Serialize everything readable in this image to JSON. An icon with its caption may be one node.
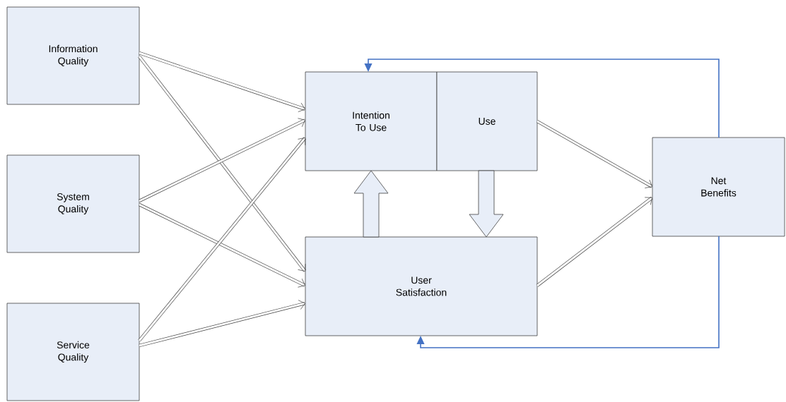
{
  "diagram": {
    "nodes": [
      {
        "text": [
          "Information Quality"
        ]
      },
      {
        "text": [
          "System Quality"
        ]
      },
      {
        "text": [
          "Service Quality"
        ]
      },
      {
        "text": [
          "Intention To Use"
        ]
      },
      {
        "text": [
          "Use"
        ]
      },
      {
        "text": [
          "User Satisfaction"
        ]
      },
      {
        "text": [
          "Net Benefits"
        ]
      }
    ],
    "edges": [
      {
        "from": 0,
        "to": 3,
        "arrow": "to"
      },
      {
        "from": 0,
        "to": 5,
        "arrow": "to"
      },
      {
        "from": 1,
        "to": 3,
        "arrow": "to"
      },
      {
        "from": 1,
        "to": 5,
        "arrow": "to"
      },
      {
        "from": 2,
        "to": 3,
        "arrow": "to"
      },
      {
        "from": 2,
        "to": 5,
        "arrow": "to"
      },
      {
        "from": 4,
        "to": 6,
        "arrow": "to"
      },
      {
        "from": 5,
        "to": 6,
        "arrow": "to"
      },
      {
        "from": 5,
        "to": 3,
        "arrow": "to",
        "style": "thick"
      },
      {
        "from": 4,
        "to": 5,
        "arrow": "to",
        "style": "thick"
      },
      {
        "from": 6,
        "to": 3,
        "arrow": "to",
        "color": "#4472c4"
      },
      {
        "from": 6,
        "to": 5,
        "arrow": "to",
        "color": "#4472c4"
      }
    ]
  }
}
